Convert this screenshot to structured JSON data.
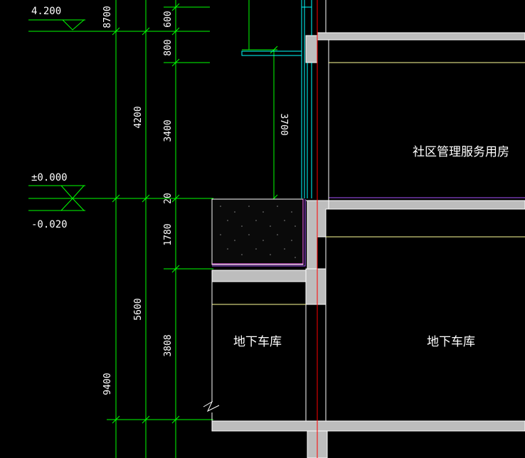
{
  "colors": {
    "background": "#000000",
    "dimension_line": "#00ff00",
    "dimension_text": "#ffffff",
    "wall": "#bdbdbd",
    "wall_outline": "#ffffff",
    "glass_line": "#00ffff",
    "axis_line": "#ff0000",
    "ceiling_line": "#ffff99",
    "membrane_line": "#ff66ff",
    "purple_line": "#aa55ff",
    "soil_fill": "#1a1a1a"
  },
  "elevations": {
    "top": "4.200",
    "ground": "±0.000",
    "exterior": "-0.020"
  },
  "dimensions": {
    "overall": [
      "8700",
      "9400"
    ],
    "middle": [
      "4200",
      "5600"
    ],
    "inner": [
      "600",
      "800",
      "3400",
      "20",
      "1780",
      "3808"
    ],
    "canopy": "3700"
  },
  "rooms": {
    "upper": "社区管理服务用房",
    "lower_left": "地下车库",
    "lower_right": "地下车库"
  },
  "icons": {
    "elevation_marker": "elevation-triangle-icon",
    "break_line": "break-line-icon"
  }
}
